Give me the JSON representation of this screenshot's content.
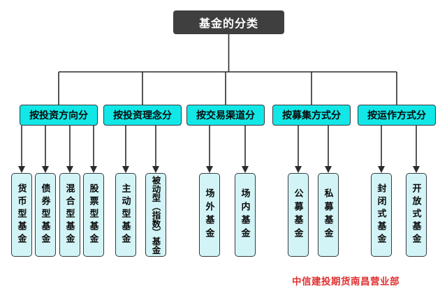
{
  "root": {
    "label": "基金的分类"
  },
  "groups": [
    {
      "label": "按投资方向分",
      "children": [
        "货币型基金",
        "债券型基金",
        "混合型基金",
        "股票型基金"
      ]
    },
    {
      "label": "按投资理念分",
      "children": [
        "主动型基金",
        "被动型（指数）基金"
      ]
    },
    {
      "label": "按交易渠道分",
      "children": [
        "场外基金",
        "场内基金"
      ]
    },
    {
      "label": "按募集方式分",
      "children": [
        "公募基金",
        "私募基金"
      ]
    },
    {
      "label": "按运作方式分",
      "children": [
        "封闭式基金",
        "开放式基金"
      ]
    }
  ],
  "watermark": {
    "text": "中信建投期货南昌营业部"
  },
  "colors": {
    "root_bg": "#3f3f3f",
    "root_fg": "#ffffff",
    "l2_bg": "#12e7e7",
    "l3_bg": "#d3f4f6",
    "border": "#343a40",
    "line": "#2b2b2b",
    "watermark": "#e03131"
  }
}
